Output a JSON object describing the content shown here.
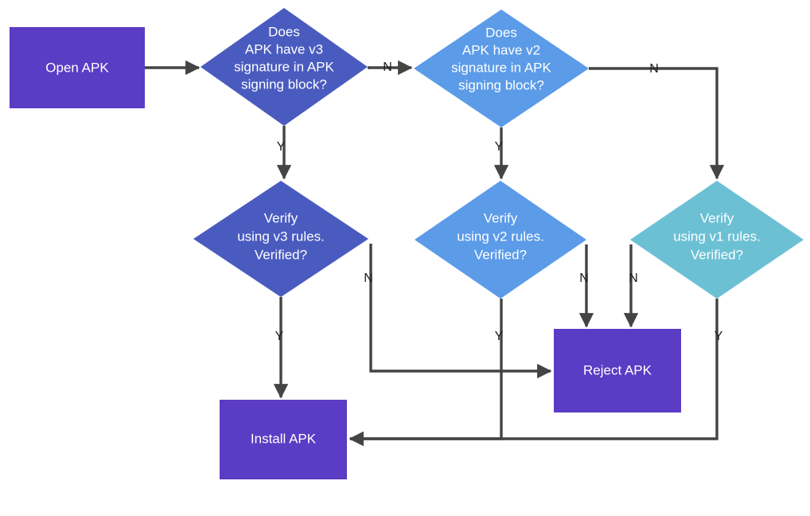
{
  "diagram": {
    "title": "APK signature verification flow",
    "background": "#ffffff",
    "edge_color": "#444444",
    "label_color": "#ffffff"
  },
  "nodes": {
    "open_apk": {
      "label": "Open APK",
      "shape": "rectangle",
      "color": "#5B3CC4"
    },
    "has_v3": {
      "shape": "diamond",
      "color": "#4A5BBF",
      "line1": "Does",
      "line2": "APK have v3",
      "line3": "signature in APK",
      "line4": "signing block?"
    },
    "has_v2": {
      "shape": "diamond",
      "color": "#5B9BE8",
      "line1": "Does",
      "line2": "APK have v2",
      "line3": "signature in APK",
      "line4": "signing block?"
    },
    "verify_v3": {
      "shape": "diamond",
      "color": "#4A5BBF",
      "line1": "Verify",
      "line2": "using v3 rules.",
      "line3": "Verified?"
    },
    "verify_v2": {
      "shape": "diamond",
      "color": "#5B9BE8",
      "line1": "Verify",
      "line2": "using v2 rules.",
      "line3": "Verified?"
    },
    "verify_v1": {
      "shape": "diamond",
      "color": "#6CC0D4",
      "line1": "Verify",
      "line2": "using v1 rules.",
      "line3": "Verified?"
    },
    "reject_apk": {
      "label": "Reject APK",
      "shape": "rectangle",
      "color": "#5B3CC4"
    },
    "install_apk": {
      "label": "Install APK",
      "shape": "rectangle",
      "color": "#5B3CC4"
    }
  },
  "edge_labels": {
    "has_v3_no": "N",
    "has_v3_yes": "Y",
    "has_v2_no": "N",
    "has_v2_yes": "Y",
    "verify_v3_no": "N",
    "verify_v3_yes": "Y",
    "verify_v2_no": "N",
    "verify_v2_yes": "Y",
    "verify_v1_no": "N",
    "verify_v1_yes": "Y"
  },
  "chart_data": {
    "type": "flowchart",
    "title": "APK signature verification flow",
    "nodes": [
      {
        "id": "open_apk",
        "text": "Open APK",
        "shape": "rectangle",
        "color": "#5B3CC4"
      },
      {
        "id": "has_v3",
        "text": "Does APK have v3 signature in APK signing block?",
        "shape": "diamond",
        "color": "#4A5BBF"
      },
      {
        "id": "has_v2",
        "text": "Does APK have v2 signature in APK signing block?",
        "shape": "diamond",
        "color": "#5B9BE8"
      },
      {
        "id": "verify_v3",
        "text": "Verify using v3 rules. Verified?",
        "shape": "diamond",
        "color": "#4A5BBF"
      },
      {
        "id": "verify_v2",
        "text": "Verify using v2 rules. Verified?",
        "shape": "diamond",
        "color": "#5B9BE8"
      },
      {
        "id": "verify_v1",
        "text": "Verify using v1 rules. Verified?",
        "shape": "diamond",
        "color": "#6CC0D4"
      },
      {
        "id": "reject_apk",
        "text": "Reject APK",
        "shape": "rectangle",
        "color": "#5B3CC4"
      },
      {
        "id": "install_apk",
        "text": "Install APK",
        "shape": "rectangle",
        "color": "#5B3CC4"
      }
    ],
    "edges": [
      {
        "from": "open_apk",
        "to": "has_v3",
        "label": ""
      },
      {
        "from": "has_v3",
        "to": "has_v2",
        "label": "N"
      },
      {
        "from": "has_v3",
        "to": "verify_v3",
        "label": "Y"
      },
      {
        "from": "has_v2",
        "to": "verify_v1",
        "label": "N"
      },
      {
        "from": "has_v2",
        "to": "verify_v2",
        "label": "Y"
      },
      {
        "from": "verify_v3",
        "to": "reject_apk",
        "label": "N"
      },
      {
        "from": "verify_v3",
        "to": "install_apk",
        "label": "Y"
      },
      {
        "from": "verify_v2",
        "to": "reject_apk",
        "label": "N"
      },
      {
        "from": "verify_v2",
        "to": "install_apk",
        "label": "Y"
      },
      {
        "from": "verify_v1",
        "to": "reject_apk",
        "label": "N"
      },
      {
        "from": "verify_v1",
        "to": "install_apk",
        "label": "Y"
      }
    ]
  }
}
